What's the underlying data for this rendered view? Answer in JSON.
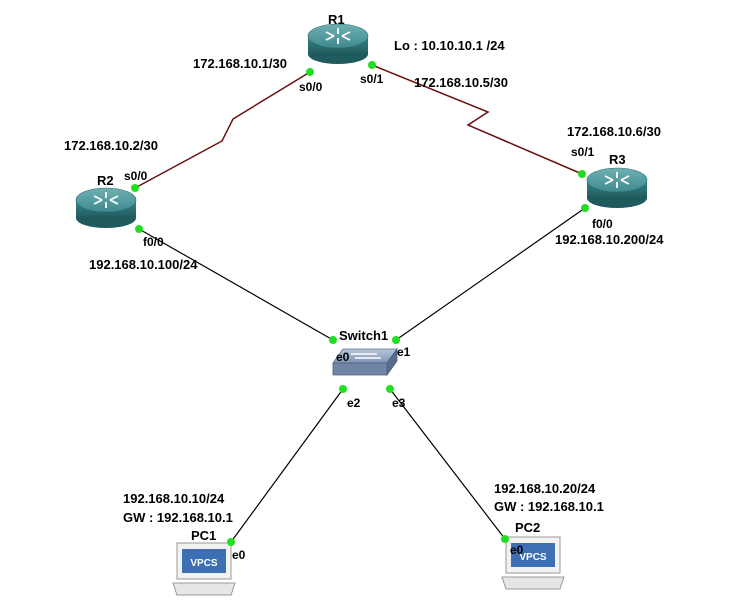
{
  "routers": {
    "r1": {
      "name": "R1",
      "loopback": "Lo : 10.10.10.1 /24"
    },
    "r2": {
      "name": "R2"
    },
    "r3": {
      "name": "R3"
    }
  },
  "switch": {
    "name": "Switch1"
  },
  "pcs": {
    "pc1": {
      "name": "PC1",
      "ip": "192.168.10.10/24",
      "gw": "GW : 192.168.10.1",
      "screen": "VPCS",
      "iface": "e0"
    },
    "pc2": {
      "name": "PC2",
      "ip": "192.168.10.20/24",
      "gw": "GW : 192.168.10.1",
      "screen": "VPCS",
      "iface": "e0"
    }
  },
  "links": {
    "r1_r2": {
      "r1_iface": "s0/0",
      "r1_ip": "172.168.10.1/30",
      "r2_iface": "s0/0",
      "r2_ip": "172.168.10.2/30"
    },
    "r1_r3": {
      "r1_iface": "s0/1",
      "r1_ip": "172.168.10.5/30",
      "r3_iface": "s0/1",
      "r3_ip": "172.168.10.6/30"
    },
    "r2_sw": {
      "r2_iface": "f0/0",
      "r2_ip": "192.168.10.100/24",
      "sw_iface": "e0"
    },
    "r3_sw": {
      "r3_iface": "f0/0",
      "r3_ip": "192.168.10.200/24",
      "sw_iface": "e1"
    },
    "sw_pc1": {
      "sw_iface": "e2"
    },
    "sw_pc2": {
      "sw_iface": "e3"
    }
  },
  "colors": {
    "serial_link": "#6b1010",
    "ethernet_link": "#000000",
    "port_dot": "#22dd22",
    "router_body": "#3e8a8e",
    "vpcs_screen": "#3d6fb5"
  }
}
